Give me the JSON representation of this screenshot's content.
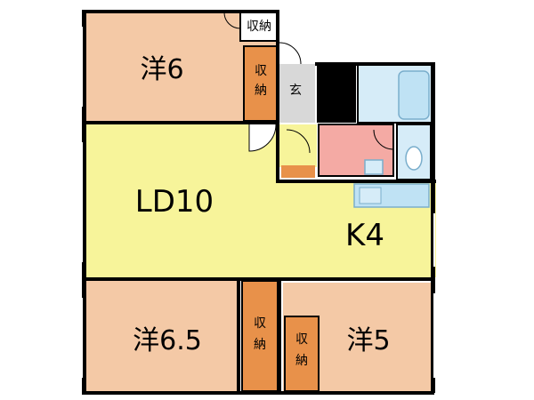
{
  "rooms": {
    "western_top": "洋6",
    "ld": "LD10",
    "kitchen": "K4",
    "western_bottom_left": "洋6.5",
    "western_bottom_right": "洋5"
  },
  "storage": {
    "top_small": "収納",
    "top_vertical": [
      "収",
      "納"
    ],
    "bottom_left": [
      "収",
      "納"
    ],
    "bottom_right": [
      "収",
      "納"
    ]
  },
  "entrance": "玄",
  "colors": {
    "western_room": "#f4c9a6",
    "ld_k": "#f7f49a",
    "storage": "#e8914a",
    "bath": "#d6ecf8",
    "washroom": "#f4aaa4",
    "entrance_floor": "#d8d8d8",
    "wall": "#000000"
  }
}
